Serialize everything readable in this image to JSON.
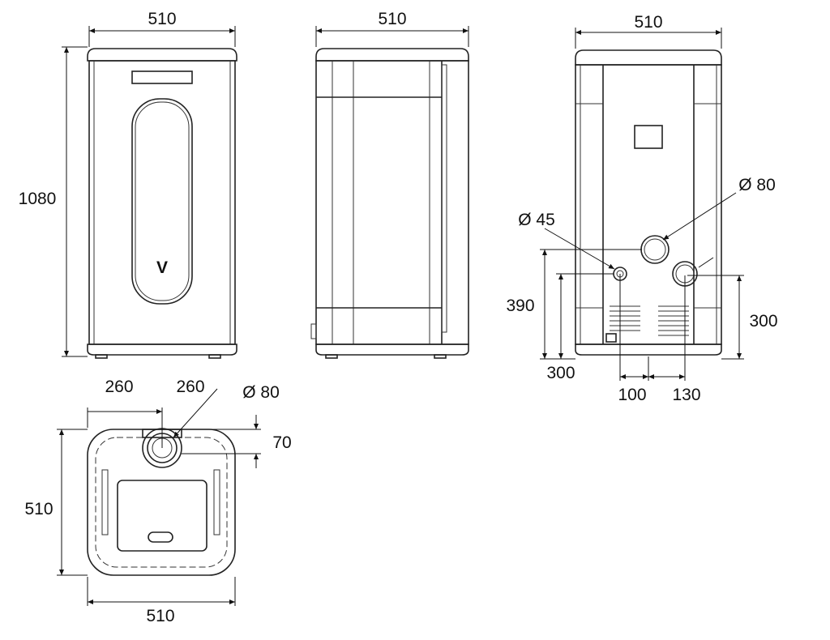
{
  "front_view": {
    "width": "510",
    "height": "1080"
  },
  "side_view": {
    "width": "510"
  },
  "rear_view": {
    "width": "510",
    "flue_diameter": "Ø 80",
    "inlet_diameter": "Ø 45",
    "inlet_height": "390",
    "flue_height_left": "300",
    "flue_height_right": "300",
    "offset_left": "100",
    "offset_right": "130"
  },
  "top_view": {
    "offset_a": "260",
    "offset_b": "260",
    "flue_diameter": "Ø 80",
    "flue_depth": "70",
    "depth": "510",
    "width": "510"
  },
  "logo": "V"
}
